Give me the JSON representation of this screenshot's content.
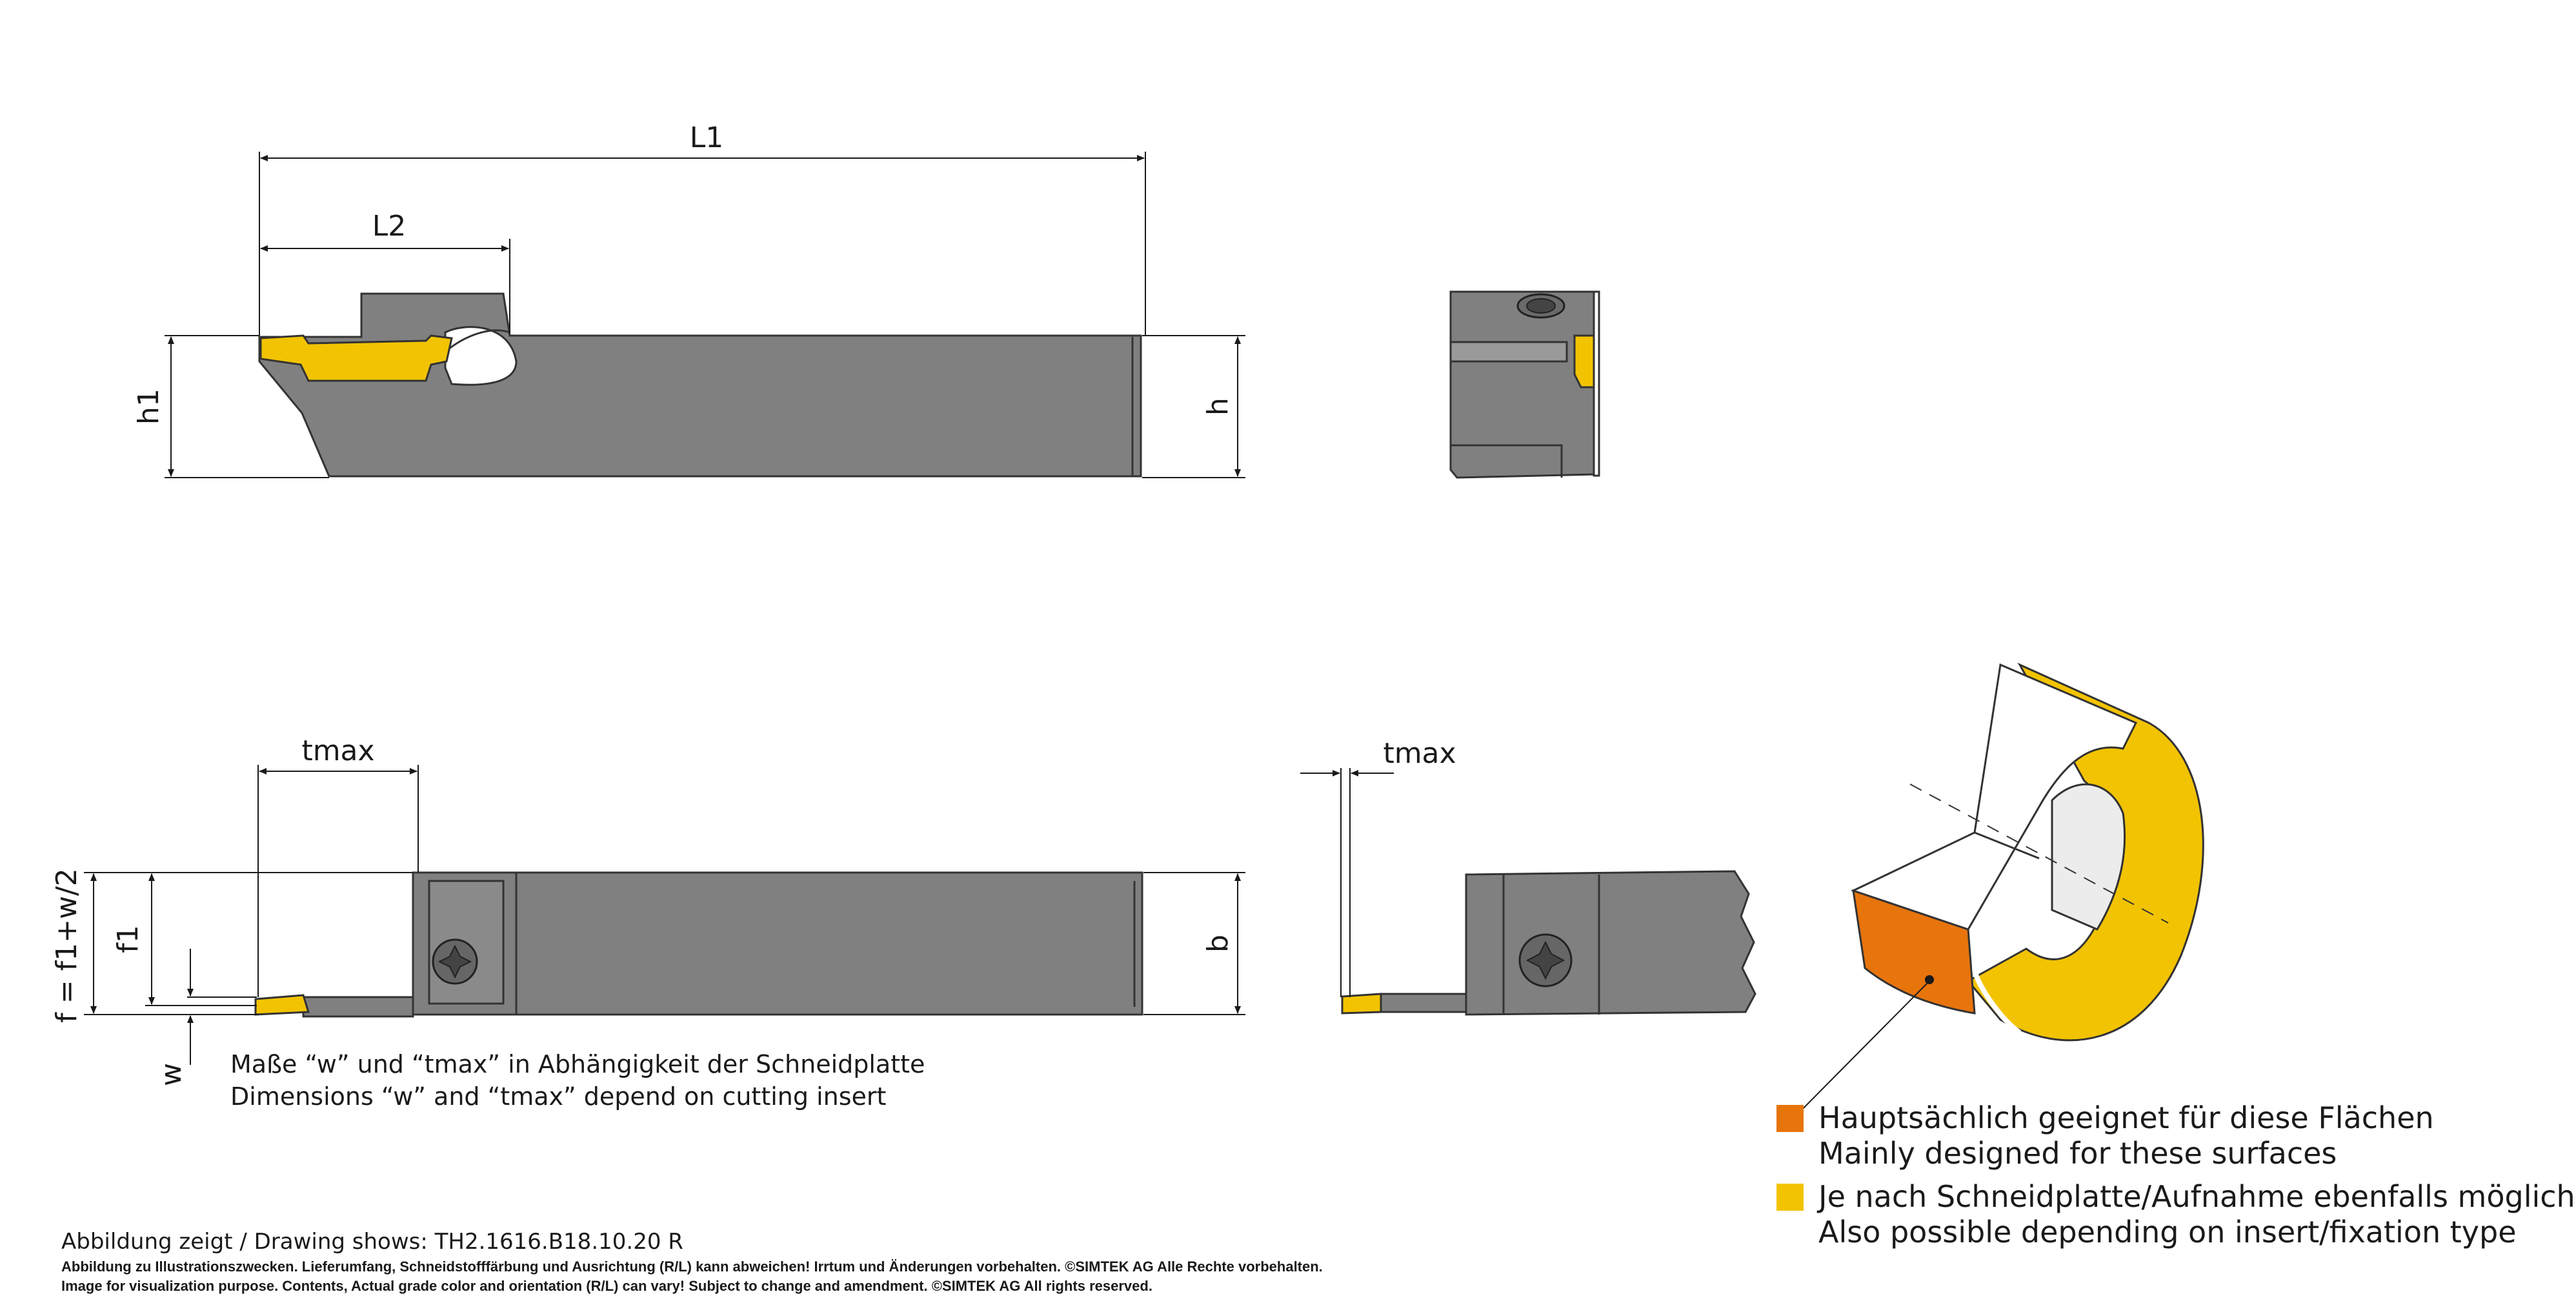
{
  "dimensions": {
    "L1": "L1",
    "L2": "L2",
    "h1": "h1",
    "h": "h",
    "tmax_side": "tmax",
    "tmax_front": "tmax",
    "f_formula": "f = f1+w/2",
    "f1": "f1",
    "w": "w",
    "b": "b"
  },
  "note": {
    "line_de": "Maße “w” und “tmax” in Abhängigkeit der Schneidplatte",
    "line_en": "Dimensions “w” and “tmax” depend on cutting insert"
  },
  "legend": {
    "items": [
      {
        "color": "#e8740c",
        "line_de": "Hauptsächlich geeignet für diese Flächen",
        "line_en": "Mainly designed for these surfaces"
      },
      {
        "color": "#f2c300",
        "line_de": "Je nach Schneidplatte/Aufnahme ebenfalls möglich",
        "line_en": "Also possible depending on insert/fixation type"
      }
    ]
  },
  "footer": {
    "drawing_shows": "Abbildung zeigt / Drawing shows: TH2.1616.B18.10.20 R",
    "disclaimer_de": "Abbildung zu Illustrationszwecken. Lieferumfang, Schneidstofffärbung und Ausrichtung (R/L) kann abweichen! Irrtum und Änderungen vorbehalten. ©SIMTEK AG Alle Rechte vorbehalten.",
    "disclaimer_en": "Image for visualization purpose. Contents, Actual grade color and orientation (R/L) can vary! Subject to change and amendment. ©SIMTEK AG All rights reserved."
  },
  "colors": {
    "tool_body": "#808080",
    "insert": "#f2c300",
    "primary_surface": "#e8740c",
    "secondary_surface": "#f2c300",
    "line": "#1a1a1a"
  },
  "icons": {
    "torx_screw": "torx-screw-icon"
  }
}
